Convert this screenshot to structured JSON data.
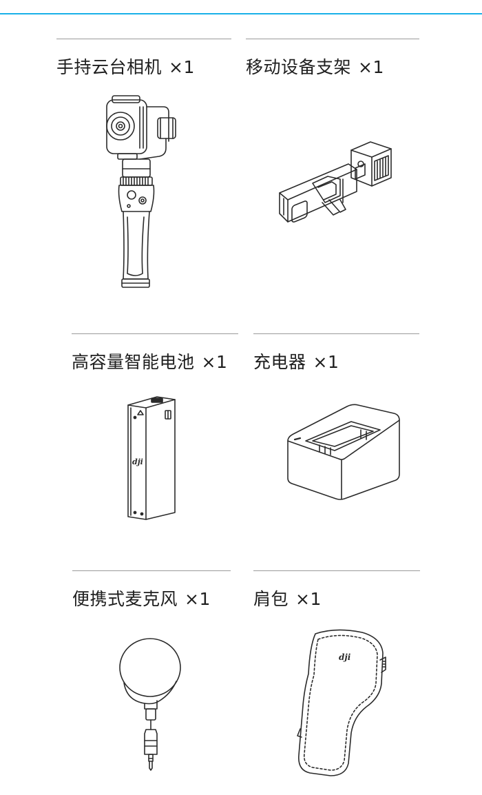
{
  "colors": {
    "accent_rule": "#18b0e8",
    "divider": "#9a9a9a",
    "line_art": "#2a2a2a"
  },
  "items": [
    {
      "label": "手持云台相机",
      "qty": "×1",
      "icon": "handheld-gimbal-camera-icon"
    },
    {
      "label": "移动设备支架",
      "qty": "×1",
      "icon": "phone-holder-icon"
    },
    {
      "label": "高容量智能电池",
      "qty": "×1",
      "icon": "battery-icon",
      "logo_text": "dji"
    },
    {
      "label": "充电器",
      "qty": "×1",
      "icon": "charger-icon"
    },
    {
      "label": "便携式麦克风",
      "qty": "×1",
      "icon": "microphone-icon"
    },
    {
      "label": "肩包",
      "qty": "×1",
      "icon": "shoulder-bag-icon",
      "logo_text": "dji"
    }
  ]
}
